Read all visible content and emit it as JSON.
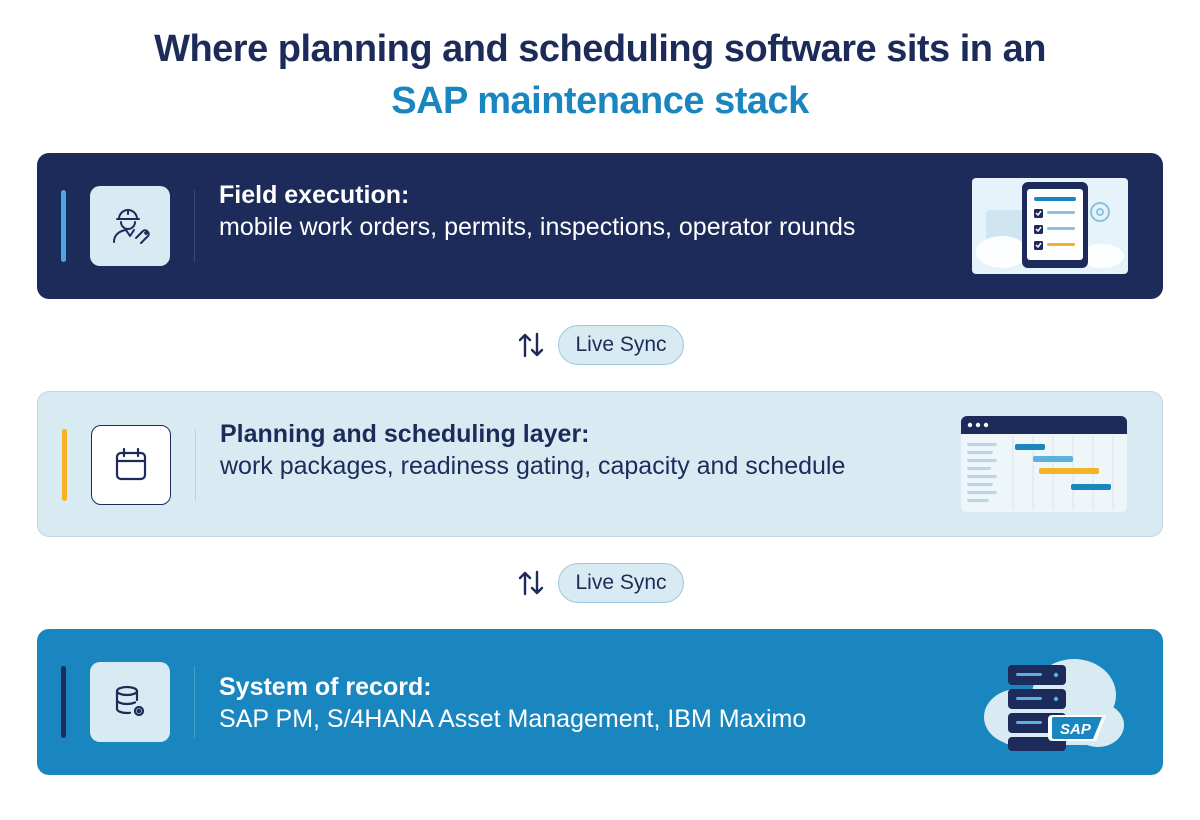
{
  "title": {
    "line1": "Where planning and scheduling software sits in an",
    "line2": "SAP maintenance stack"
  },
  "colors": {
    "navy": "#1c2b5a",
    "teal": "#1a86bf",
    "light": "#d9ebf2",
    "accent_field": "#4aa8e0",
    "accent_plan": "#f4b324",
    "accent_record": "#1c2b5a"
  },
  "layers": [
    {
      "heading": "Field execution:",
      "body": "mobile work orders, permits, inspections, operator rounds",
      "icon": "worker-wrench-icon"
    },
    {
      "heading": "Planning and scheduling layer:",
      "body": "work packages, readiness gating, capacity and schedule",
      "icon": "calendar-icon"
    },
    {
      "heading": "System of record:",
      "body": "SAP PM, S/4HANA Asset Management, IBM Maximo",
      "icon": "database-gear-icon",
      "logo_text": "SAP"
    }
  ],
  "sync": [
    {
      "label": "Live Sync",
      "icon": "up-down-arrows-icon"
    },
    {
      "label": "Live Sync",
      "icon": "up-down-arrows-icon"
    }
  ]
}
